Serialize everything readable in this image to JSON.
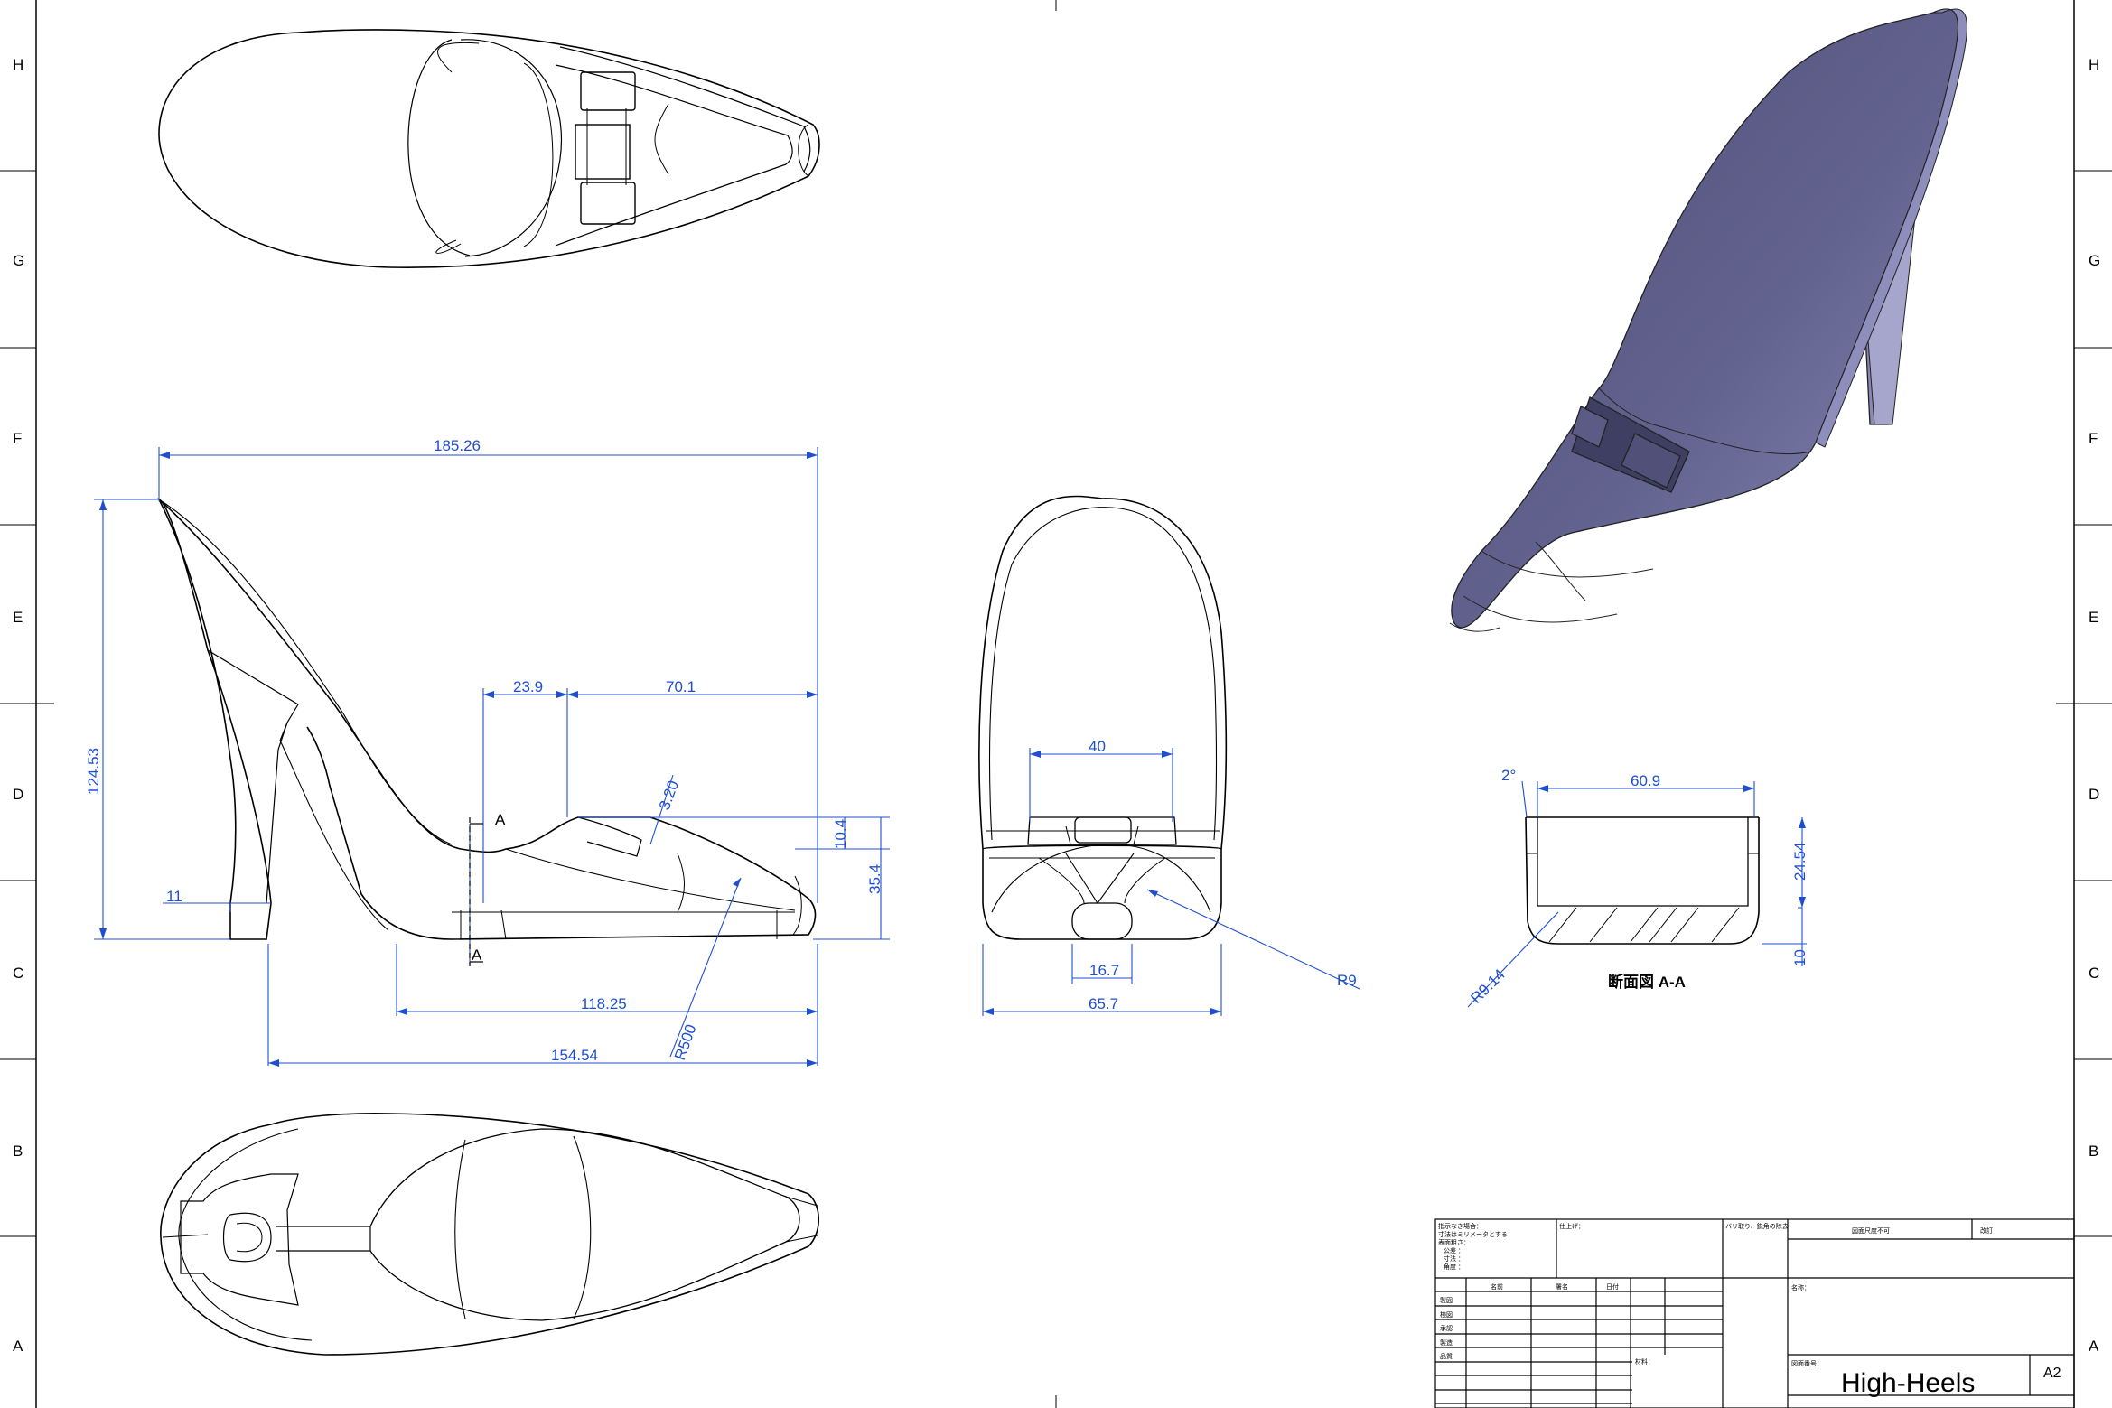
{
  "sheet": {
    "zone_letters_left": [
      "H",
      "G",
      "F",
      "E",
      "D",
      "C",
      "B",
      "A"
    ],
    "zone_letters_right": [
      "H",
      "G",
      "F",
      "E",
      "D",
      "C",
      "B",
      "A"
    ]
  },
  "dimensions": {
    "side": {
      "overall_length": "185.26",
      "height": "124.53",
      "toe_cap": "23.9",
      "bow_to_toe": "70.1",
      "bow_angle": "3.20",
      "bow_height": "10.4",
      "sole_height": "35.4",
      "heel_tip": "11",
      "sole_length": "118.25",
      "radius": "R500",
      "heel_to_toe": "154.54"
    },
    "front": {
      "bow_width": "40",
      "heel_width": "16.7",
      "overall_width": "65.7",
      "radius": "R9"
    },
    "section": {
      "draft_angle": "2°",
      "inner_width": "60.9",
      "depth": "24.54",
      "floor": "10",
      "radius": "R9.14",
      "label": "断面図 A-A"
    },
    "cut_marks": [
      "A",
      "A"
    ]
  },
  "title_block": {
    "notes": [
      "指示なき場合：",
      "寸法はミリメータとする",
      "表面粗さ：",
      "公差 ：",
      "寸法 ：",
      "角度 ："
    ],
    "finish_label": "仕上げ：",
    "deburr_label": "バリ取り、鋭角の除去",
    "no_scale": "図面尺度不可",
    "revision": "改訂",
    "name_label": "名称：",
    "material_label": "材料：",
    "drawing_no_label": "図面番号：",
    "columns": [
      "名前",
      "署名",
      "日付"
    ],
    "rows": [
      "製図",
      "検図",
      "承認",
      "製造",
      "品質"
    ],
    "drawing_title": "High-Heels",
    "size": "A2"
  },
  "colors": {
    "dimension": "#1f4fd0",
    "shoe_shading": "#5e5e8a",
    "line": "#000000"
  }
}
